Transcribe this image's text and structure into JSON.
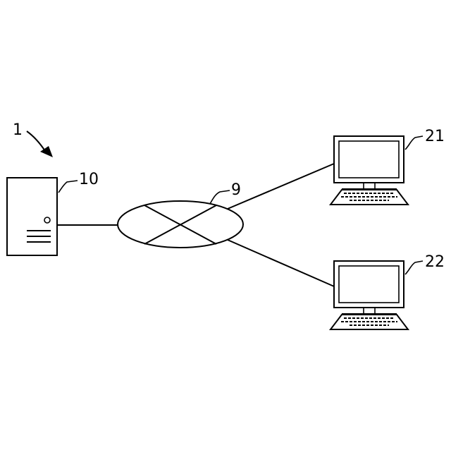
{
  "diagram": {
    "system_ref": "1",
    "server": {
      "ref": "10",
      "icon": "server-tower-icon"
    },
    "network": {
      "ref": "9",
      "icon": "network-node-icon"
    },
    "terminals": [
      {
        "ref": "21",
        "icon": "desktop-computer-icon"
      },
      {
        "ref": "22",
        "icon": "desktop-computer-icon"
      }
    ]
  },
  "colors": {
    "stroke": "#000000",
    "background": "#ffffff"
  }
}
